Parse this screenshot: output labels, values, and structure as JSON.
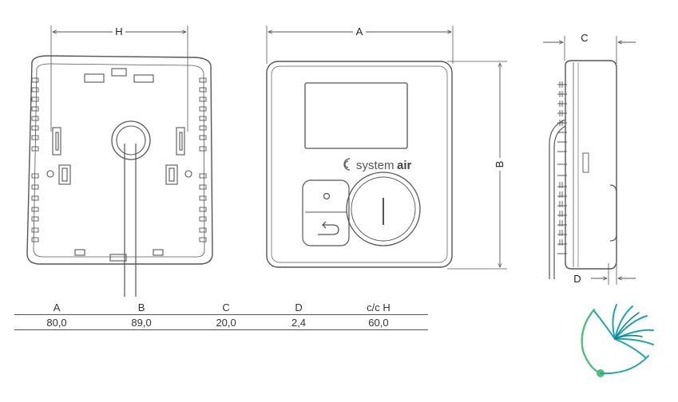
{
  "dimension_letters": {
    "H": "H",
    "A": "A",
    "B": "B",
    "C": "C",
    "D": "D"
  },
  "brand": {
    "prefix": "system",
    "suffix": "air"
  },
  "spec_table": {
    "headers": [
      "A",
      "B",
      "C",
      "D",
      "c/c H"
    ],
    "values": [
      "80,0",
      "89,0",
      "20,0",
      "2,4",
      "60,0"
    ]
  },
  "colors": {
    "line": "#555555",
    "logo_teal": "#1ba3b3",
    "logo_green": "#4cbf7a",
    "logo_dark_teal": "#0f7f8f"
  },
  "icons": {
    "back_view": "thermostat-back-view",
    "front_view": "thermostat-front-view",
    "side_view": "thermostat-side-view",
    "brand_mark": "systemair-swirl-icon",
    "manual_button": "circle-icon",
    "mode_button": "return-arrow-icon",
    "knob": "dial-knob-icon",
    "corner_logo": "dandelion-seed-logo"
  }
}
